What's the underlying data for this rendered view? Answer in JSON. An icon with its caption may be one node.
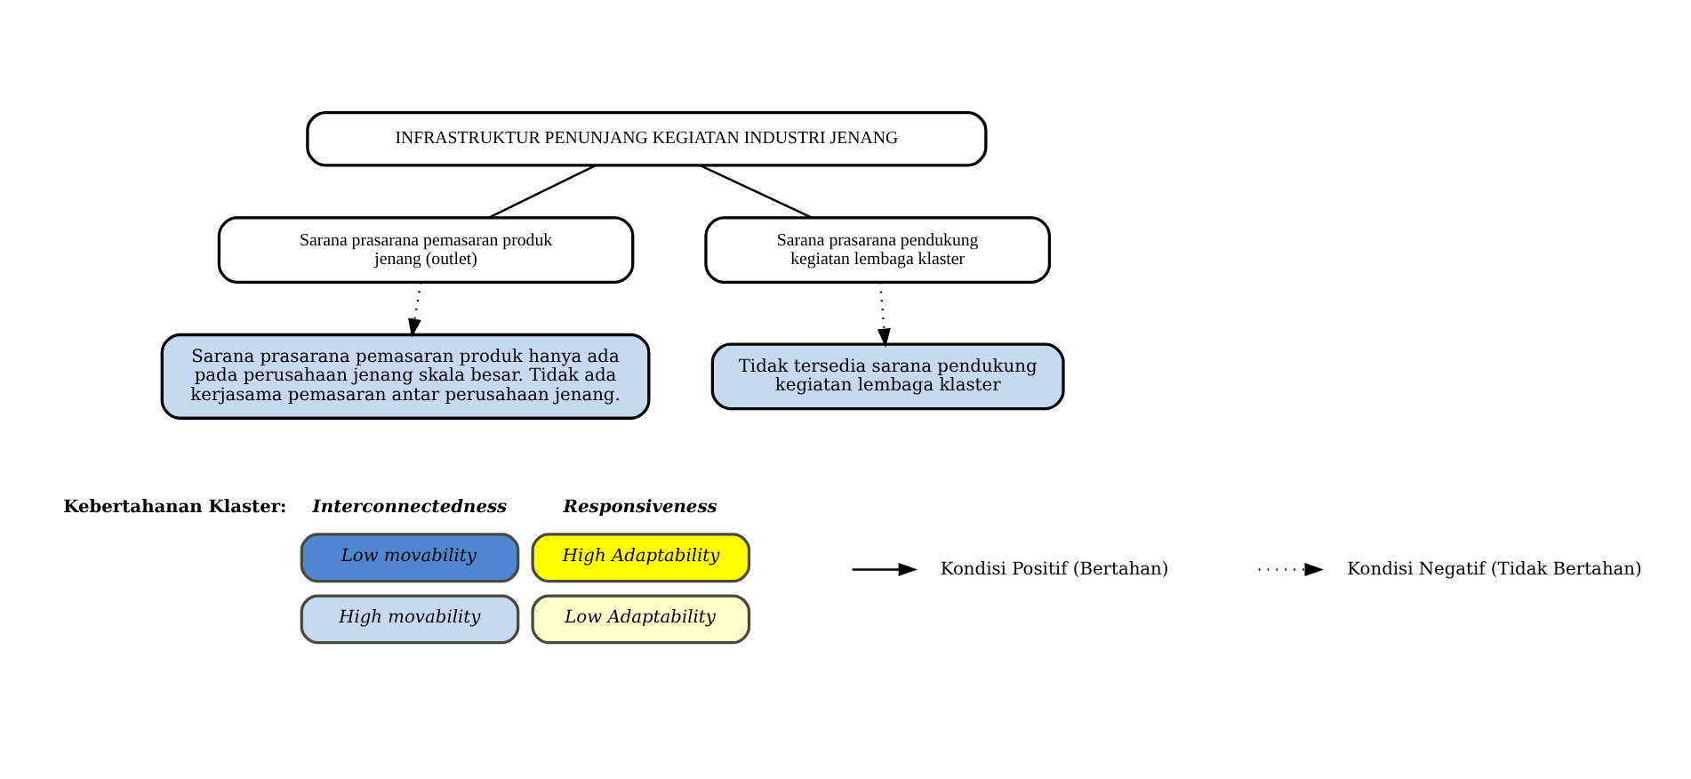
{
  "diagram": {
    "nodes": [
      {
        "text": [
          "INFRASTRUKTUR PENUNJANG KEGIATAN INDUSTRI JENANG"
        ]
      },
      {
        "text": [
          "Sarana prasarana pemasaran produk jenang (outlet)"
        ]
      },
      {
        "text": [
          "Sarana prasarana pendukung kegiatan lembaga klaster"
        ]
      },
      {
        "text": [
          "Sarana prasarana pemasaran produk hanya ada pada perusahaan jenang skala besar. Tidak ada kerjasama pemasaran antar perusahaan jenang."
        ]
      },
      {
        "text": [
          "Tidak tersedia sarana pendukung kegiatan lembaga klaster"
        ]
      }
    ],
    "edges": [
      {
        "from": 0,
        "to": 1,
        "arrow": "none"
      },
      {
        "from": 0,
        "to": 2,
        "arrow": "none"
      },
      {
        "from": 1,
        "to": 3,
        "arrow": "to",
        "style": "dashed"
      },
      {
        "from": 2,
        "to": 4,
        "arrow": "to",
        "style": "dashed"
      }
    ],
    "labels": [
      "Kebertahanan Klaster:",
      "Interconnectedness",
      "Responsiveness"
    ],
    "legend": [
      {
        "text": "Low movability",
        "color": "#4f88d0"
      },
      {
        "text": "High Adaptability",
        "color": "#ffff00"
      },
      {
        "text": "Kondisi Positif (Bertahan)"
      },
      {
        "text": "High movability",
        "color": "#c6d9f0"
      },
      {
        "text": "Low Adaptability",
        "color": "#ffffcc"
      },
      {
        "text": "Kondisi Negatif (Tidak Bertahan)"
      }
    ]
  }
}
